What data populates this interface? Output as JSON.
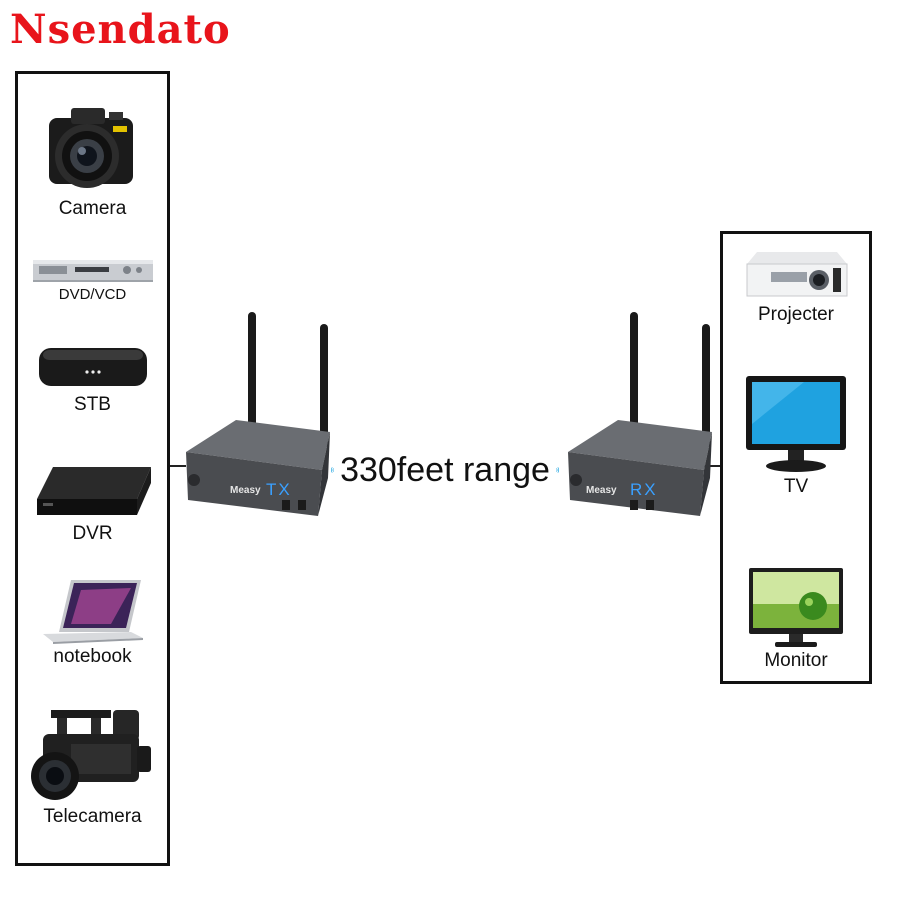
{
  "brand": {
    "name": "Nsendato",
    "color": "#e8141b"
  },
  "sources": [
    {
      "label": "Camera",
      "icon": "camera-icon"
    },
    {
      "label": "DVD/VCD",
      "icon": "dvd-player-icon"
    },
    {
      "label": "STB",
      "icon": "set-top-box-icon"
    },
    {
      "label": "DVR",
      "icon": "dvr-icon"
    },
    {
      "label": "notebook",
      "icon": "notebook-icon"
    },
    {
      "label": "Telecamera",
      "icon": "video-camera-icon"
    }
  ],
  "displays": [
    {
      "label": "Projecter",
      "icon": "projector-icon"
    },
    {
      "label": "TV",
      "icon": "tv-icon"
    },
    {
      "label": "Monitor",
      "icon": "monitor-icon"
    }
  ],
  "transmitter": {
    "code": "TX",
    "brand": "Measy"
  },
  "receiver": {
    "code": "RX",
    "brand": "Measy"
  },
  "range": {
    "text": "330feet range",
    "signal_color": "#1aa3df"
  }
}
